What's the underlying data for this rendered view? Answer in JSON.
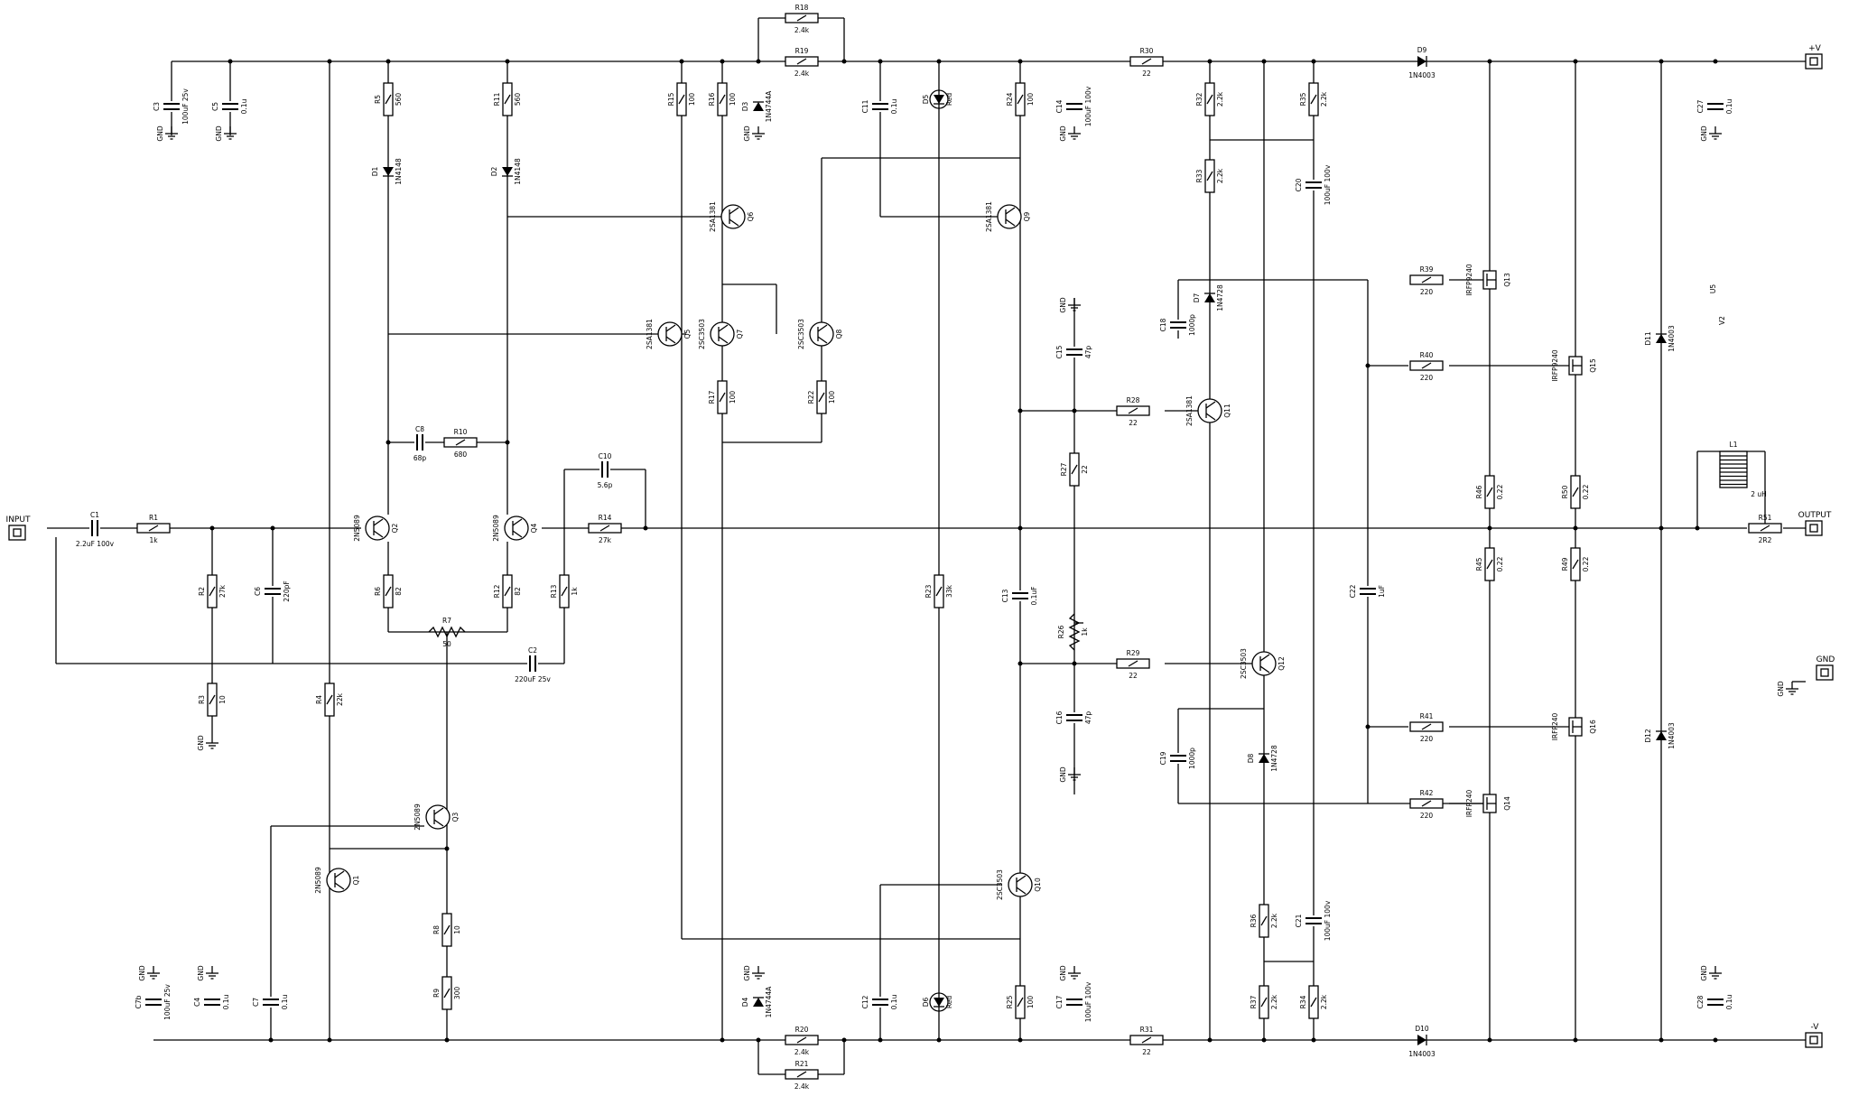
{
  "ports": {
    "input": "INPUT",
    "output": "OUTPUT",
    "vplus": "+V",
    "vminus": "-V",
    "gnd": "GND"
  },
  "gnd_label": "GND",
  "resistors": [
    {
      "ref": "R1",
      "value": "1k"
    },
    {
      "ref": "R2",
      "value": "27k"
    },
    {
      "ref": "R3",
      "value": "10"
    },
    {
      "ref": "R4",
      "value": "22k"
    },
    {
      "ref": "R5",
      "value": "560"
    },
    {
      "ref": "R6",
      "value": "82"
    },
    {
      "ref": "R7",
      "value": "50"
    },
    {
      "ref": "R8",
      "value": "10"
    },
    {
      "ref": "R9",
      "value": "300"
    },
    {
      "ref": "R10",
      "value": "680"
    },
    {
      "ref": "R11",
      "value": "560"
    },
    {
      "ref": "R12",
      "value": "82"
    },
    {
      "ref": "R13",
      "value": "1k"
    },
    {
      "ref": "R14",
      "value": "27k"
    },
    {
      "ref": "R15",
      "value": "100"
    },
    {
      "ref": "R16",
      "value": "100"
    },
    {
      "ref": "R17",
      "value": "100"
    },
    {
      "ref": "R18",
      "value": "2.4k"
    },
    {
      "ref": "R19",
      "value": "2.4k"
    },
    {
      "ref": "R20",
      "value": "2.4k"
    },
    {
      "ref": "R21",
      "value": "2.4k"
    },
    {
      "ref": "R22",
      "value": "100"
    },
    {
      "ref": "R23",
      "value": "33k"
    },
    {
      "ref": "R24",
      "value": "100"
    },
    {
      "ref": "R25",
      "value": "100"
    },
    {
      "ref": "R26",
      "value": "1k"
    },
    {
      "ref": "R27",
      "value": "22"
    },
    {
      "ref": "R28",
      "value": "22"
    },
    {
      "ref": "R29",
      "value": "22"
    },
    {
      "ref": "R30",
      "value": "22"
    },
    {
      "ref": "R31",
      "value": "22"
    },
    {
      "ref": "R32",
      "value": "2.2k"
    },
    {
      "ref": "R33",
      "value": "2.2k"
    },
    {
      "ref": "R34",
      "value": "2.2k"
    },
    {
      "ref": "R35",
      "value": "2.2k"
    },
    {
      "ref": "R36",
      "value": "2.2k"
    },
    {
      "ref": "R37",
      "value": "2.2k"
    },
    {
      "ref": "R39",
      "value": "220"
    },
    {
      "ref": "R40",
      "value": "220"
    },
    {
      "ref": "R41",
      "value": "220"
    },
    {
      "ref": "R42",
      "value": "220"
    },
    {
      "ref": "R46",
      "value": "0.22"
    },
    {
      "ref": "R45",
      "value": "0.22"
    },
    {
      "ref": "R50",
      "value": "0.22"
    },
    {
      "ref": "R49",
      "value": "0.22"
    },
    {
      "ref": "R51",
      "value": "2R2"
    }
  ],
  "capacitors": [
    {
      "ref": "C1",
      "value": "2.2uF 100v"
    },
    {
      "ref": "C2",
      "value": "220uF 25v"
    },
    {
      "ref": "C3",
      "value": "100uF 25v"
    },
    {
      "ref": "C4",
      "value": "0.1u"
    },
    {
      "ref": "C5",
      "value": "0.1u"
    },
    {
      "ref": "C6",
      "value": "220pF"
    },
    {
      "ref": "C7",
      "value": "0.1u"
    },
    {
      "ref": "C7b",
      "value": "100uF 25v"
    },
    {
      "ref": "C8",
      "value": "68p"
    },
    {
      "ref": "C10",
      "value": "5.6p"
    },
    {
      "ref": "C11",
      "value": "0.1u"
    },
    {
      "ref": "C12",
      "value": "0.1u"
    },
    {
      "ref": "C13",
      "value": "0.1uF"
    },
    {
      "ref": "C14",
      "value": "100uF 100v"
    },
    {
      "ref": "C15",
      "value": "47p"
    },
    {
      "ref": "C16",
      "value": "47p"
    },
    {
      "ref": "C17",
      "value": "100uF 100v"
    },
    {
      "ref": "C18",
      "value": "1000p"
    },
    {
      "ref": "C19",
      "value": "1000p"
    },
    {
      "ref": "C20",
      "value": "100uF 100v"
    },
    {
      "ref": "C21",
      "value": "100uF 100v"
    },
    {
      "ref": "C22",
      "value": "1uF"
    },
    {
      "ref": "C27",
      "value": "0.1u"
    },
    {
      "ref": "C28",
      "value": "0.1u"
    }
  ],
  "transistors": [
    {
      "ref": "Q1",
      "part": "2N5089"
    },
    {
      "ref": "Q2",
      "part": "2N5089"
    },
    {
      "ref": "Q3",
      "part": "2N5089"
    },
    {
      "ref": "Q4",
      "part": "2N5089"
    },
    {
      "ref": "Q5",
      "part": "2SA1381"
    },
    {
      "ref": "Q6",
      "part": "2SA1381"
    },
    {
      "ref": "Q7",
      "part": "2SC3503"
    },
    {
      "ref": "Q8",
      "part": "2SC3503"
    },
    {
      "ref": "Q9",
      "part": "2SA1381"
    },
    {
      "ref": "Q10",
      "part": "2SC3503"
    },
    {
      "ref": "Q11",
      "part": "2SA1381"
    },
    {
      "ref": "Q12",
      "part": "2SC3503"
    },
    {
      "ref": "Q13",
      "part": "IRFP9240"
    },
    {
      "ref": "Q15",
      "part": "IRFP9240"
    },
    {
      "ref": "Q16",
      "part": "IRFP240"
    },
    {
      "ref": "Q14",
      "part": "IRFP240"
    }
  ],
  "diodes": [
    {
      "ref": "D1",
      "part": "1N4148"
    },
    {
      "ref": "D2",
      "part": "1N4148"
    },
    {
      "ref": "D3",
      "part": "1N4744A"
    },
    {
      "ref": "D4",
      "part": "1N4744A"
    },
    {
      "ref": "D5",
      "part": "Red"
    },
    {
      "ref": "D6",
      "part": "Red"
    },
    {
      "ref": "D7",
      "part": "1N4728"
    },
    {
      "ref": "D8",
      "part": "1N4728"
    },
    {
      "ref": "D9",
      "part": "1N4003"
    },
    {
      "ref": "D10",
      "part": "1N4003"
    },
    {
      "ref": "D11",
      "part": "1N4003"
    },
    {
      "ref": "D12",
      "part": "1N4003"
    }
  ],
  "inductor": {
    "ref": "L1",
    "value": "2 uH"
  },
  "misc": {
    "u5": "U5",
    "v2": "V2"
  }
}
